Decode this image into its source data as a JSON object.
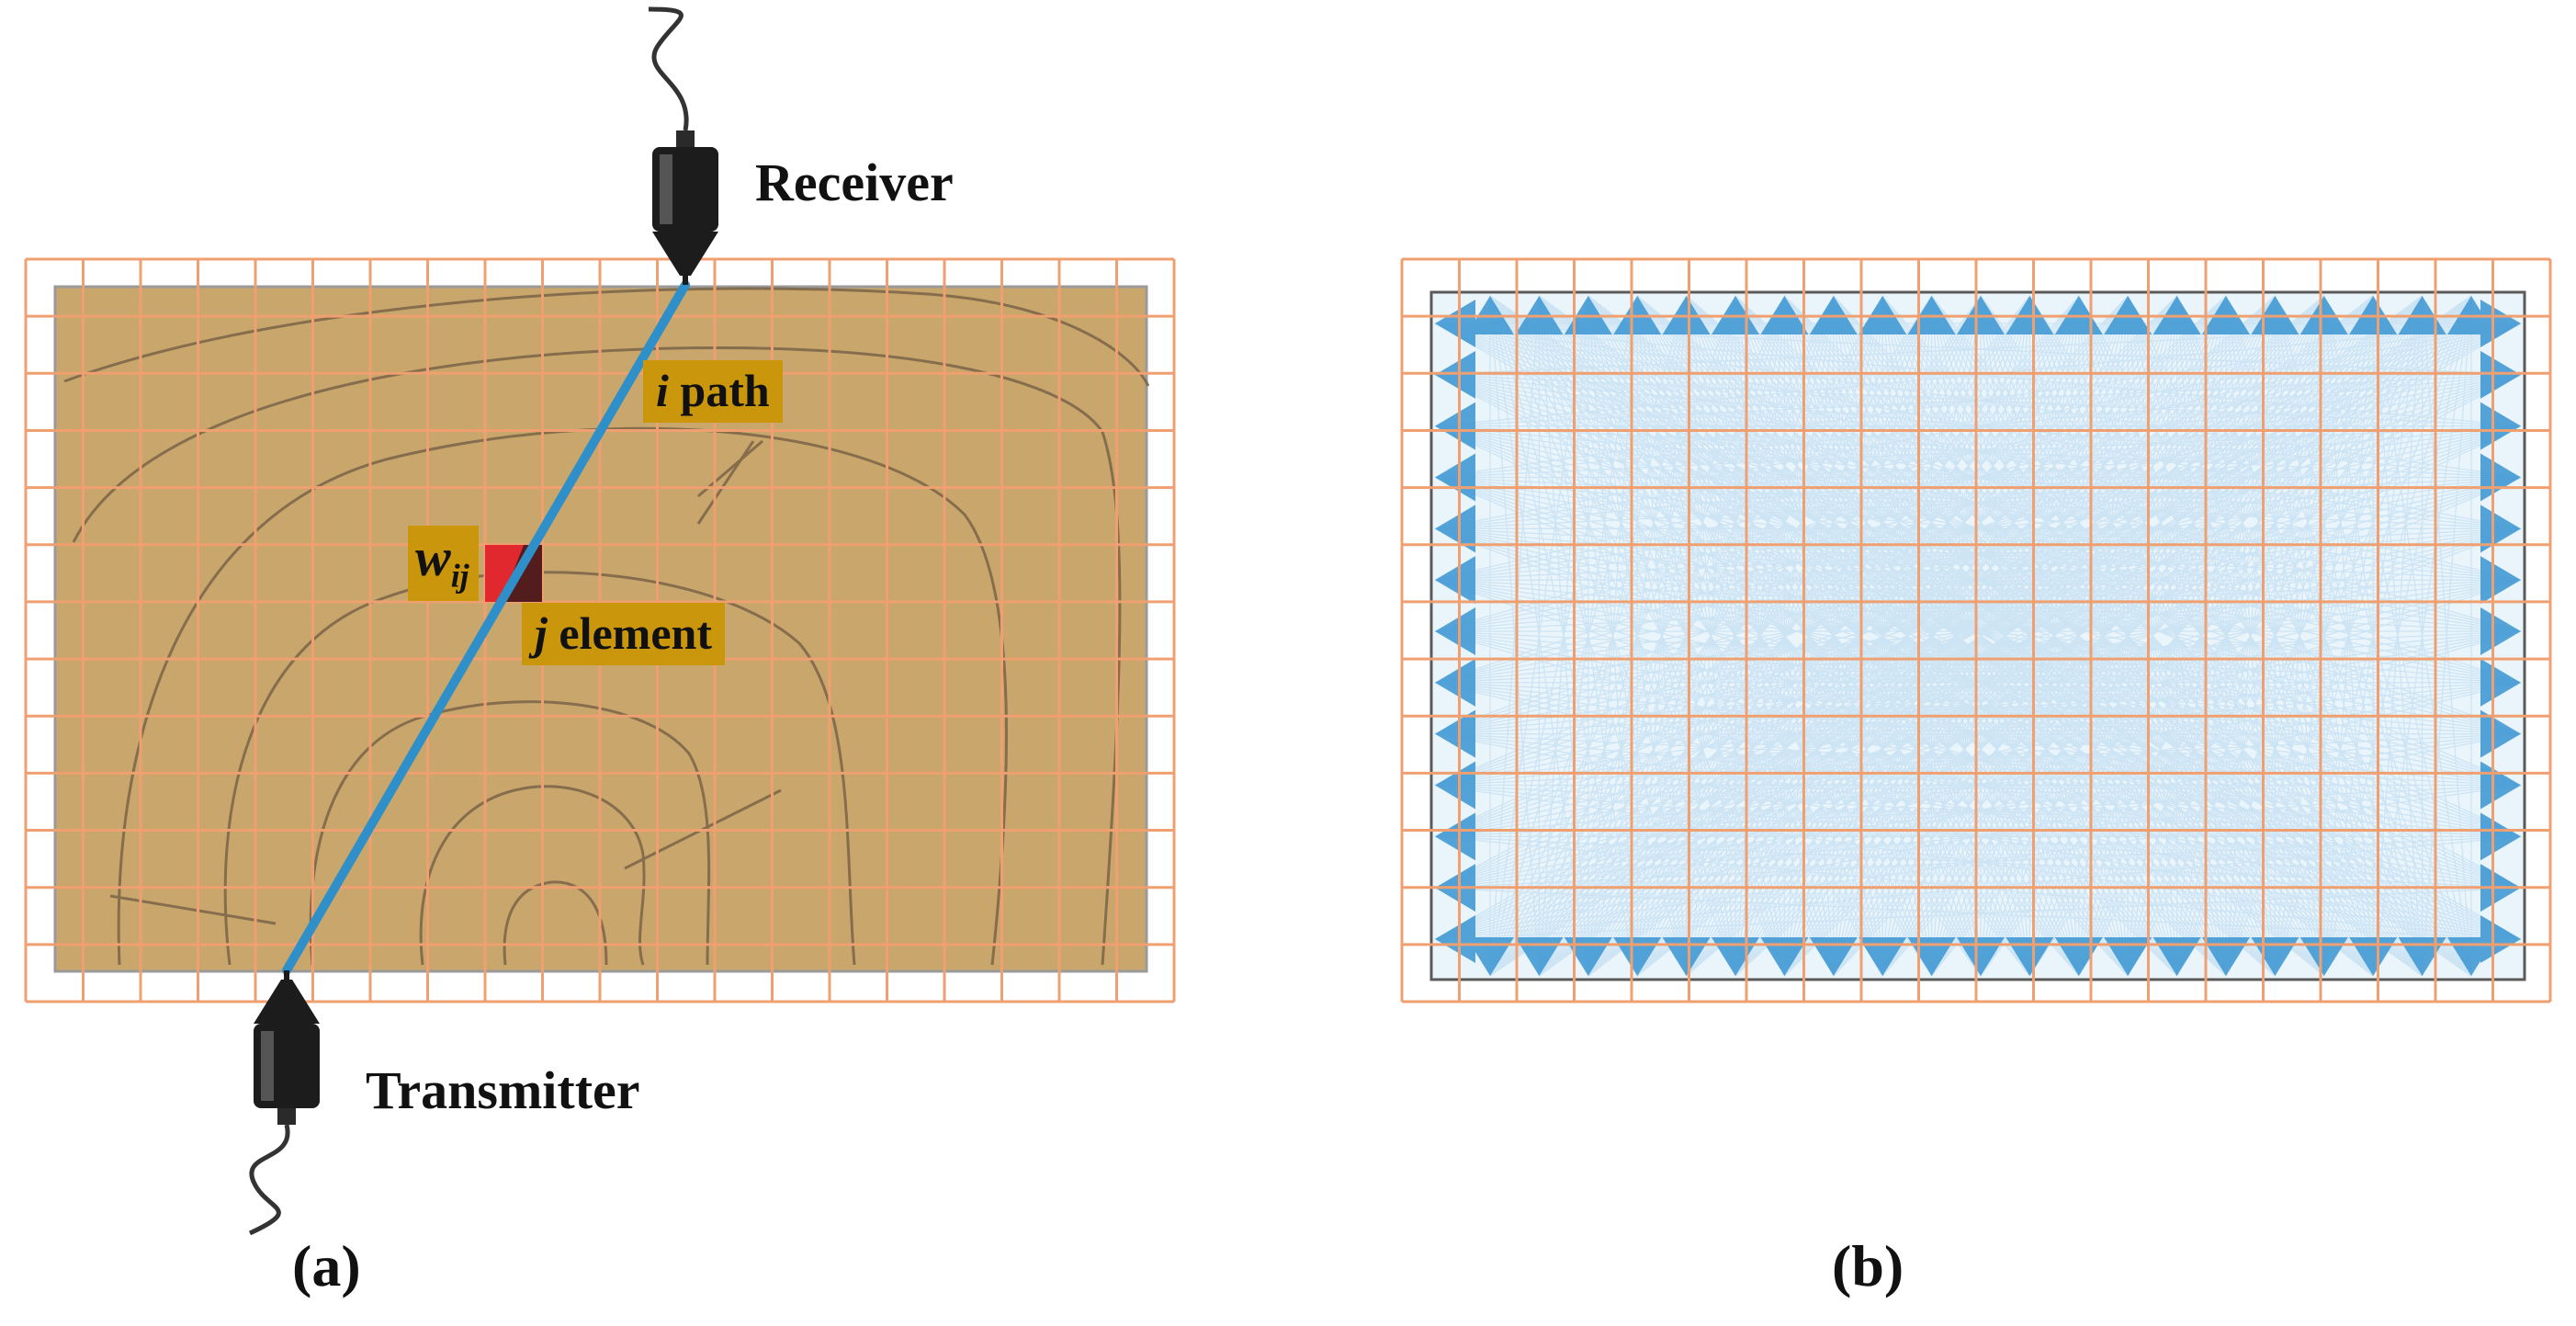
{
  "panel_a": {
    "receiver_label": "Receiver",
    "transmitter_label": "Transmitter",
    "path_tag": {
      "symbol": "i",
      "text": "path"
    },
    "element_tag": {
      "symbol": "j",
      "text": "element"
    },
    "weight_tag": {
      "base": "w",
      "sub": "ij"
    },
    "caption": "(a)"
  },
  "panel_b": {
    "caption": "(b)"
  },
  "colors": {
    "grid": "#f0a070",
    "soil": "#c9a66b",
    "ray": "#2f8fc8",
    "tag_bg": "#c9960c",
    "cell": "#e0282e",
    "contour": "#7a6448"
  }
}
